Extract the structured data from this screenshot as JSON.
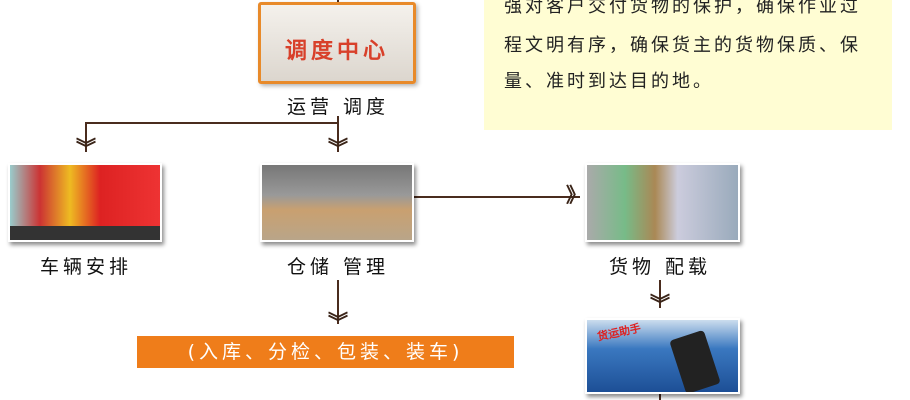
{
  "note": {
    "lines": [
      "强对客户交付货物的保护，确保作业过",
      "程文明有序，确保货主的货物保质、保",
      "量、准时到达目的地。"
    ]
  },
  "dispatch": {
    "image_text": "调度中心",
    "label": "运营 调度"
  },
  "trucks": {
    "label": "车辆安排"
  },
  "warehouse": {
    "label": "仓储 管理"
  },
  "cargo": {
    "label": "货物 配载"
  },
  "process_bar": {
    "text": "(入库、分检、包装、装车)"
  },
  "phone": {
    "image_text": "货运助手"
  },
  "colors": {
    "line": "#4a2c1e",
    "orange": "#ef7d1a",
    "note_bg": "#fffdd3"
  }
}
